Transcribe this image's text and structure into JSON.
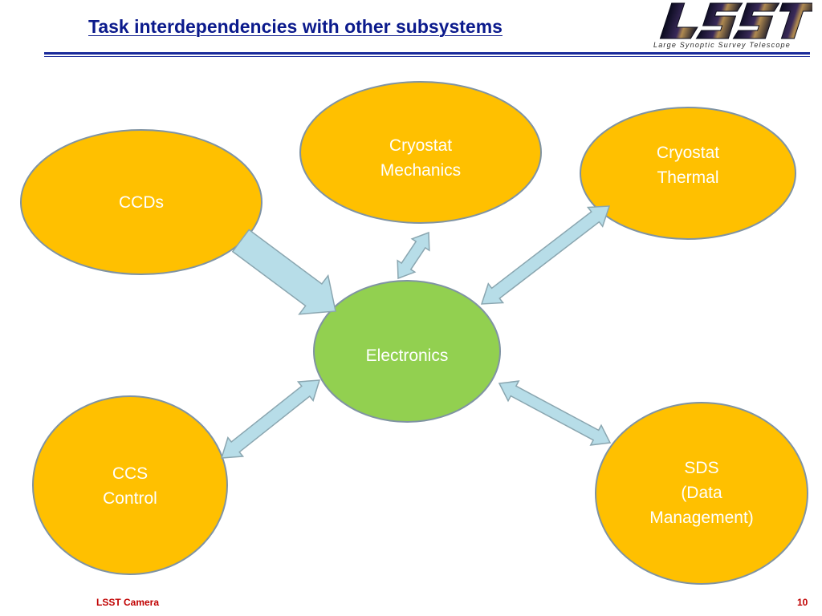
{
  "slide": {
    "title": "Task interdependencies with other subsystems",
    "footer_left": "LSST Camera",
    "page_number": "10"
  },
  "logo": {
    "wordmark": "LSST",
    "subtitle": "Large Synoptic Survey Telescope"
  },
  "colors": {
    "title": "#0b1a8c",
    "rule": "#1a2a9a",
    "node_fill": "#ffc000",
    "center_fill": "#92d050",
    "node_border": "#7f93a3",
    "arrow_fill": "#b7dde8",
    "arrow_border": "#8aa6b0",
    "footer": "#c00000"
  },
  "diagram": {
    "center": {
      "lines": [
        "Electronics"
      ]
    },
    "nodes": [
      {
        "id": "ccds",
        "lines": [
          "CCDs"
        ],
        "arrow": "into-center"
      },
      {
        "id": "cryostat-mechanics",
        "lines": [
          "Cryostat",
          "Mechanics"
        ],
        "arrow": "bidirectional"
      },
      {
        "id": "cryostat-thermal",
        "lines": [
          "Cryostat",
          "Thermal"
        ],
        "arrow": "bidirectional"
      },
      {
        "id": "ccs-control",
        "lines": [
          "CCS",
          "Control"
        ],
        "arrow": "bidirectional"
      },
      {
        "id": "sds",
        "lines": [
          "SDS",
          "(Data",
          "Management)"
        ],
        "arrow": "bidirectional"
      }
    ]
  }
}
